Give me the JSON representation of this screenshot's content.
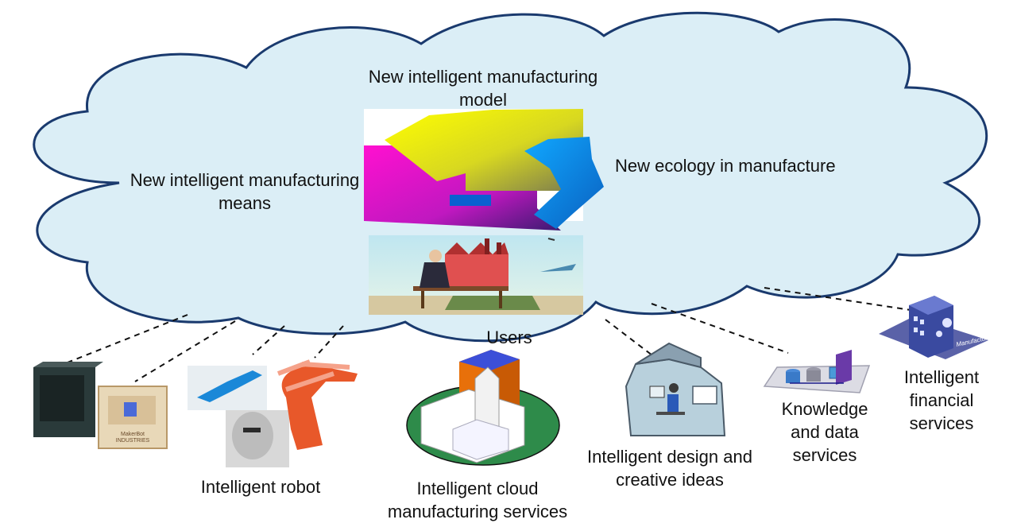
{
  "diagram": {
    "cloud": {
      "model_label": "New intelligent manufacturing\nmodel",
      "means_label": "New intelligent manufacturing\nmeans",
      "ecology_label": "New ecology in manufacture"
    },
    "users_label": "Users",
    "nodes": [
      {
        "key": "printers",
        "label": "",
        "icon": "3d-printer-icon"
      },
      {
        "key": "robot",
        "label": "Intelligent robot",
        "icon": "robot-icon"
      },
      {
        "key": "cloud_services",
        "label": "Intelligent cloud\nmanufacturing services",
        "icon": "campus-buildings-icon"
      },
      {
        "key": "design",
        "label": "Intelligent design and\ncreative ideas",
        "icon": "house-designer-icon"
      },
      {
        "key": "knowledge",
        "label": "Knowledge\nand data\nservices",
        "icon": "database-server-icon"
      },
      {
        "key": "financial",
        "label": "Intelligent\nfinancial\nservices",
        "icon": "manufacture-building-icon"
      }
    ],
    "badge_text": "Manufacture",
    "printer_brand": "MakerBot\nINDUSTRIES",
    "colors": {
      "cloud_fill": "#dbeef6",
      "cloud_stroke": "#1a3a6e",
      "arrow_yellow": "#f5f500",
      "arrow_magenta": "#ff10d0",
      "arrow_blue": "#0a8cf0",
      "building_orange": "#e8700a",
      "building_blue": "#3c4fd8",
      "ground_green": "#2e8b4a"
    }
  }
}
